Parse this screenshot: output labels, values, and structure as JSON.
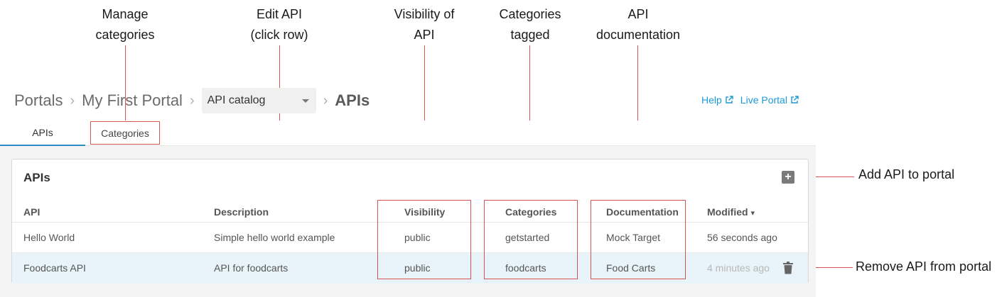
{
  "annotations": {
    "manage_categories": "Manage\ncategories",
    "edit_api": "Edit API\n(click row)",
    "visibility": "Visibility of\nAPI",
    "categories_tagged": "Categories\ntagged",
    "api_documentation": "API\ndocumentation",
    "add_api": "Add API to portal",
    "remove_api": "Remove API from portal"
  },
  "breadcrumb": {
    "portals": "Portals",
    "portal_name": "My First Portal",
    "section_select": "API catalog",
    "current": "APIs"
  },
  "links": {
    "help": "Help",
    "live_portal": "Live Portal"
  },
  "tabs": [
    {
      "label": "APIs"
    },
    {
      "label": "Categories"
    }
  ],
  "card": {
    "title": "APIs",
    "columns": [
      "API",
      "Description",
      "Visibility",
      "Categories",
      "Documentation",
      "Modified"
    ],
    "sort_indicator": "▾",
    "rows": [
      {
        "api": "Hello World",
        "description": "Simple hello world example",
        "visibility": "public",
        "categories": "getstarted",
        "documentation": "Mock Target",
        "modified": "56 seconds ago"
      },
      {
        "api": "Foodcarts API",
        "description": "API for foodcarts",
        "visibility": "public",
        "categories": "foodcarts",
        "documentation": "Food Carts",
        "modified": "4 minutes ago"
      }
    ]
  },
  "icons": [
    "external-link-icon",
    "dropdown-caret-icon",
    "add-icon",
    "trash-icon"
  ],
  "colors": {
    "annotation_red": "#d9534f",
    "link_blue": "#1a9bd7",
    "tab_underline": "#2a8fc7",
    "selected_row": "#e8f3fa"
  }
}
